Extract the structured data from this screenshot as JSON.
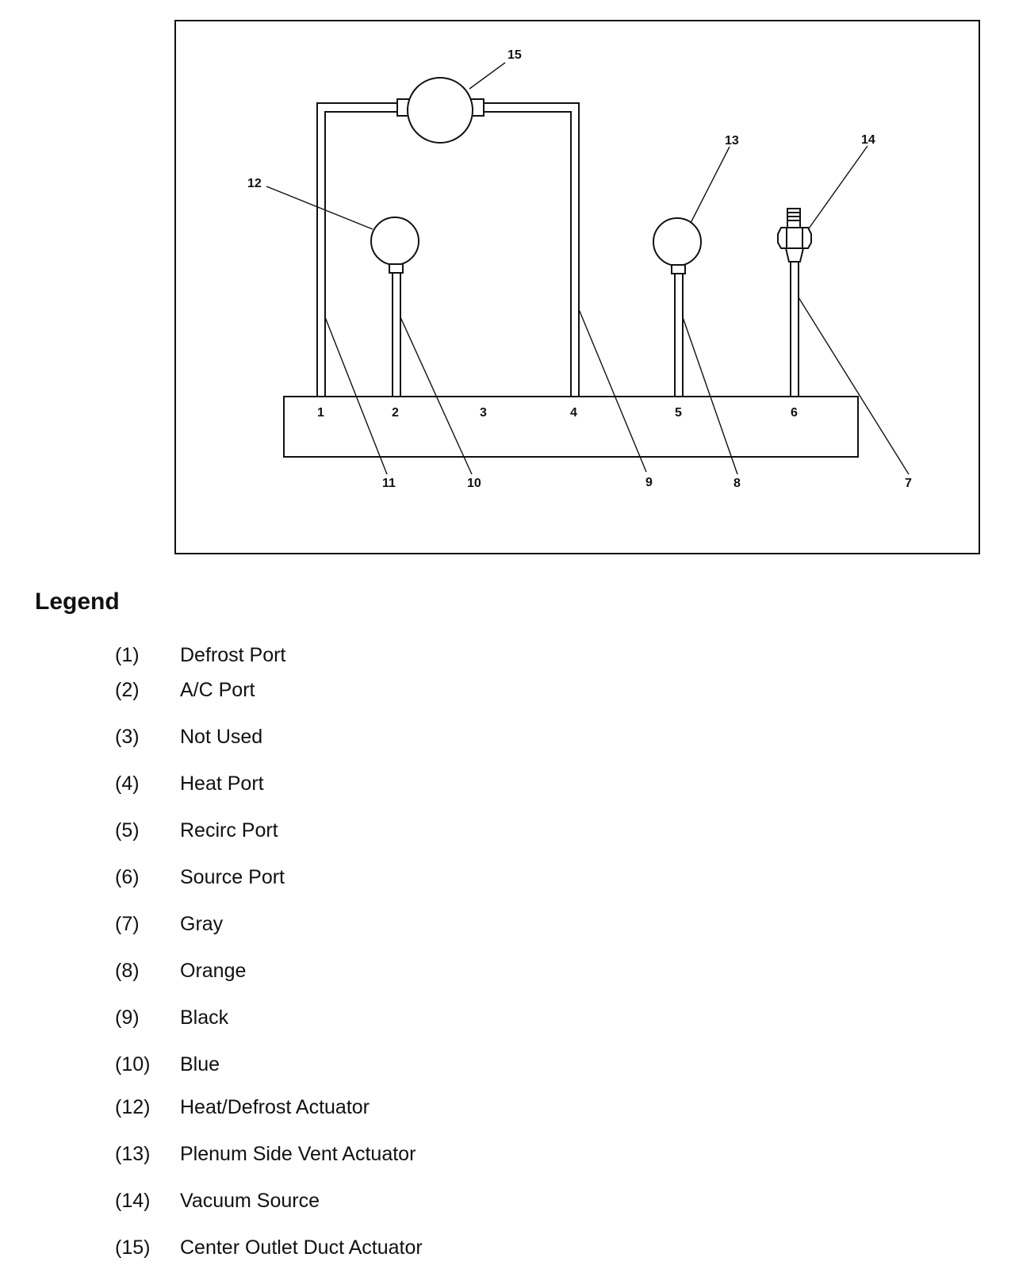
{
  "diagram": {
    "callouts": [
      "15",
      "12",
      "13",
      "14",
      "11",
      "10",
      "9",
      "8",
      "7"
    ],
    "port_numbers": [
      "1",
      "2",
      "3",
      "4",
      "5",
      "6"
    ]
  },
  "legend": {
    "title": "Legend",
    "items": [
      {
        "num": "(1)",
        "text": "Defrost Port"
      },
      {
        "num": "(2)",
        "text": "A/C Port"
      },
      {
        "num": "(3)",
        "text": "Not Used"
      },
      {
        "num": "(4)",
        "text": "Heat Port"
      },
      {
        "num": "(5)",
        "text": "Recirc Port"
      },
      {
        "num": "(6)",
        "text": "Source Port"
      },
      {
        "num": "(7)",
        "text": "Gray"
      },
      {
        "num": "(8)",
        "text": "Orange"
      },
      {
        "num": "(9)",
        "text": "Black"
      },
      {
        "num": "(10)",
        "text": "Blue"
      },
      {
        "num": "(12)",
        "text": "Heat/Defrost Actuator"
      },
      {
        "num": "(13)",
        "text": "Plenum Side Vent Actuator"
      },
      {
        "num": "(14)",
        "text": "Vacuum Source"
      },
      {
        "num": "(15)",
        "text": "Center Outlet Duct Actuator"
      }
    ]
  }
}
